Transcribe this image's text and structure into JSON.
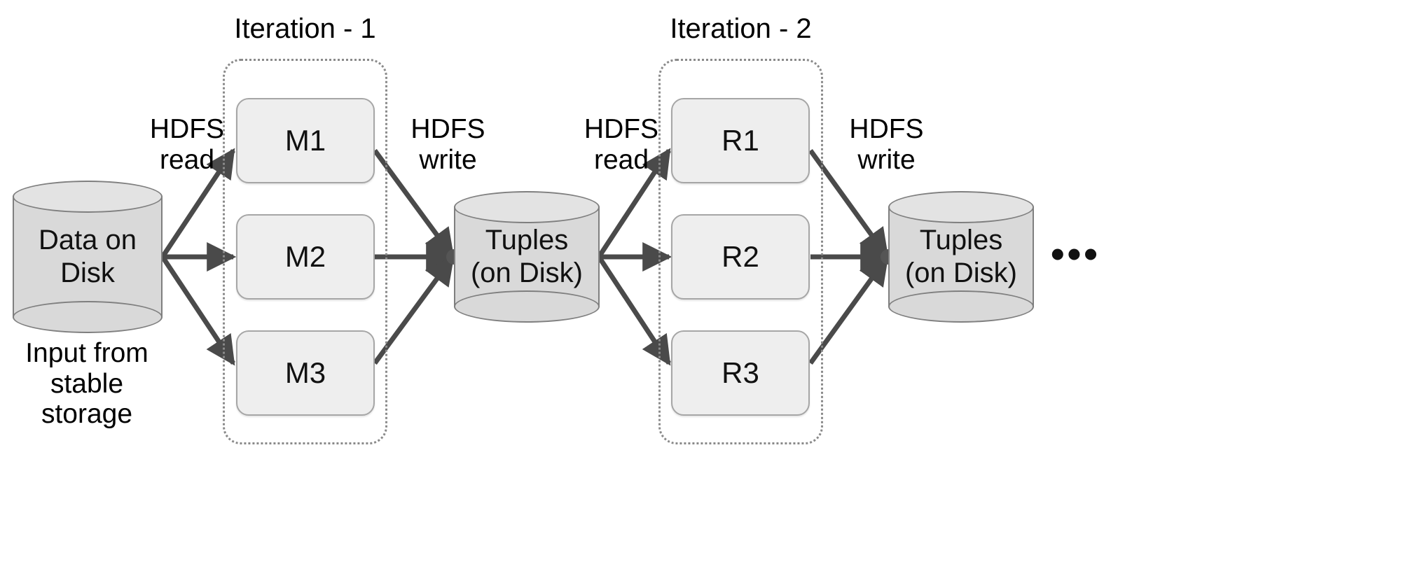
{
  "diagram": {
    "title": "MapReduce iterative data flow through HDFS",
    "background_color": "#ffffff",
    "line_color": "#4a4a4a",
    "box_fill": "#eeeeee",
    "box_stroke": "#a6a6a6",
    "cylinder_fill": "#d9d9d9",
    "cylinder_stroke": "#7f7f7f",
    "group_border_color": "#8a8a8a"
  },
  "groups": [
    {
      "id": "iteration-1",
      "title": "Iteration - 1"
    },
    {
      "id": "iteration-2",
      "title": "Iteration - 2"
    }
  ],
  "stores": [
    {
      "id": "input-store",
      "label": "Data on\nDisk",
      "caption": "Input from\nstable\nstorage"
    },
    {
      "id": "middle-store",
      "label": "Tuples\n(on Disk)",
      "caption": ""
    },
    {
      "id": "right-store",
      "label": "Tuples\n(on Disk)",
      "caption": ""
    }
  ],
  "tasks": {
    "iteration_1": [
      {
        "id": "m1",
        "label": "M1"
      },
      {
        "id": "m2",
        "label": "M2"
      },
      {
        "id": "m3",
        "label": "M3"
      }
    ],
    "iteration_2": [
      {
        "id": "r1",
        "label": "R1"
      },
      {
        "id": "r2",
        "label": "R2"
      },
      {
        "id": "r3",
        "label": "R3"
      }
    ]
  },
  "edge_labels": [
    {
      "id": "read-1",
      "text": "HDFS\nread"
    },
    {
      "id": "write-1",
      "text": "HDFS\nwrite"
    },
    {
      "id": "read-2",
      "text": "HDFS\nread"
    },
    {
      "id": "write-2",
      "text": "HDFS\nwrite"
    }
  ],
  "continuation": {
    "text": "•••"
  }
}
